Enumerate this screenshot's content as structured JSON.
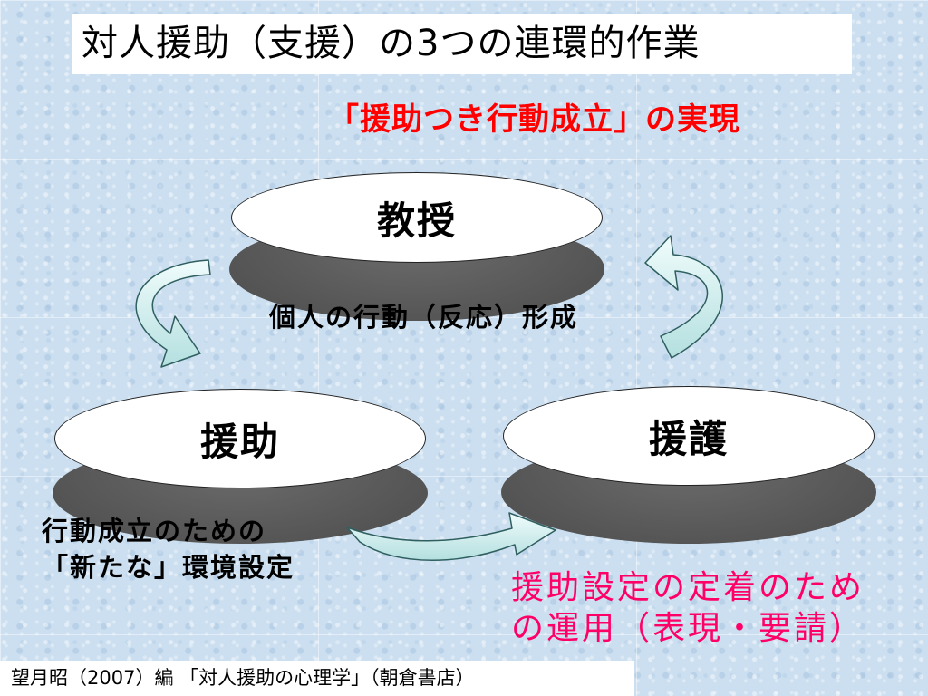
{
  "title": "対人援助（支援）の3つの連環的作業",
  "goal": "「援助つき行動成立」の実現",
  "nodes": {
    "top": {
      "label": "教授",
      "caption": "個人の行動（反応）形成"
    },
    "left": {
      "label": "援助",
      "caption": [
        "行動成立のための",
        "「新たな」環境設定"
      ]
    },
    "right": {
      "label": "援護",
      "caption": [
        "援助設定の定着のため",
        "の運用（表現・要請）"
      ]
    }
  },
  "citation": "望月昭（2007）編 「対人援助の心理学」（朝倉書店）",
  "colors": {
    "goal_text": "#ff0000",
    "operation_text": "#ff0066",
    "caption_text": "#000000",
    "arrow_stroke": "#2f5f5f",
    "disc_shadow": "#5a5a5a"
  }
}
